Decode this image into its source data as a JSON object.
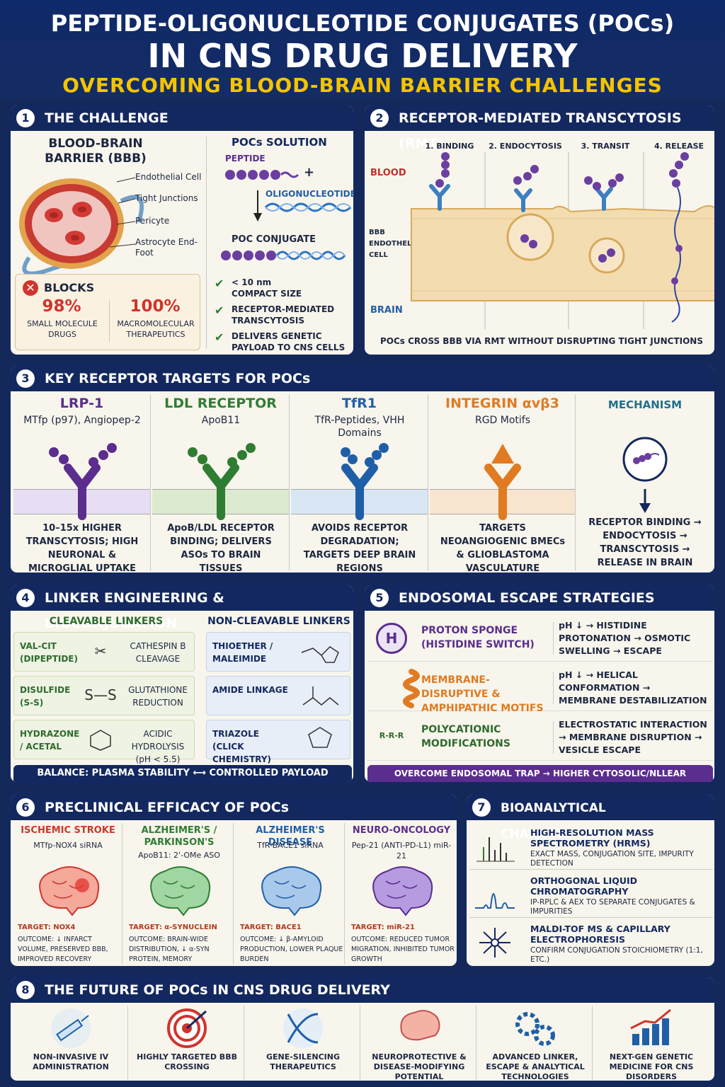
{
  "header": {
    "title1": "PEPTIDE-OLIGONUCLEOTIDE CONJUGATES (POCs)",
    "title2": "IN CNS DRUG DELIVERY",
    "subtitle": "OVERCOMING BLOOD-BRAIN BARRIER CHALLENGES"
  },
  "s1": {
    "num": "1",
    "title": "THE CHALLENGE",
    "bbb": "BLOOD-BRAIN BARRIER (BBB)",
    "labels": [
      "Endothelial Cell",
      "Tight Junctions",
      "Pericyte",
      "Astrocyte End-Foot"
    ],
    "blocks": "BLOCKS",
    "pct1": "98%",
    "lbl1": "SMALL MOLECULE DRUGS",
    "pct2": "100%",
    "lbl2": "MACROMOLECULAR THERAPEUTICS",
    "sol": "POCs SOLUTION",
    "peptide": "PEPTIDE",
    "plus": "+",
    "oligo": "OLIGONUCLEOTIDE",
    "conj": "POC CONJUGATE",
    "checks": [
      "< 10 nm COMPACT SIZE",
      "RECEPTOR-MEDIATED TRANSCYTOSIS",
      "DELIVERS GENETIC PAYLOAD TO CNS CELLS"
    ]
  },
  "s2": {
    "num": "2",
    "title": "RECEPTOR-MEDIATED TRANSCYTOSIS (RMT)",
    "steps": [
      "1. BINDING",
      "2. ENDOCYTOSIS",
      "3. TRANSIT",
      "4. RELEASE"
    ],
    "blood": "BLOOD",
    "cell": "BBB ENDOTHELIAL CELL",
    "brain": "BRAIN",
    "caption": "POCs CROSS BBB VIA RMT WITHOUT DISRUPTING TIGHT JUNCTIONS"
  },
  "s3": {
    "num": "3",
    "title": "KEY RECEPTOR TARGETS FOR POCs",
    "cols": [
      {
        "name": "LRP-1",
        "sub": "MTfp (p97), Angiopep-2",
        "desc": "10–15x HIGHER TRANSCYTOSIS; HIGH NEURONAL & MICROGLIAL UPTAKE"
      },
      {
        "name": "LDL RECEPTOR",
        "sub": "ApoB11",
        "desc": "ApoB/LDL RECEPTOR BINDING; DELIVERS ASOs TO BRAIN TISSUES"
      },
      {
        "name": "TfR1",
        "sub": "TfR-Peptides, VHH Domains",
        "desc": "AVOIDS RECEPTOR DEGRADATION; TARGETS DEEP BRAIN REGIONS"
      },
      {
        "name": "INTEGRIN αvβ3",
        "sub": "RGD Motifs",
        "desc": "TARGETS NEOANGIOGENIC BMECs & GLIOBLASTOMA VASCULATURE"
      },
      {
        "name": "MECHANISM",
        "sub": "",
        "desc": "RECEPTOR BINDING → ENDOCYTOSIS → TRANSCYTOSIS → RELEASE IN BRAIN"
      }
    ]
  },
  "s4": {
    "num": "4",
    "title": "LINKER ENGINEERING & BIOCONJUGATION",
    "cleav": "CLEAVABLE LINKERS",
    "noncleav": "NON-CLEAVABLE LINKERS",
    "left": [
      {
        "name": "VAL-CIT (DIPEPTIDE)",
        "desc": "CATHESPIN B CLEAVAGE",
        "sym": "✂"
      },
      {
        "name": "DISULFIDE (S-S)",
        "desc": "GLUTATHIONE REDUCTION",
        "sym": "S—S"
      },
      {
        "name": "HYDRAZONE / ACETAL",
        "desc": "ACIDIC HYDROLYSIS (pH < 5.5)",
        "sym": ""
      }
    ],
    "right": [
      {
        "name": "THIOETHER / MALEIMIDE"
      },
      {
        "name": "AMIDE LINKAGE"
      },
      {
        "name": "TRIAZOLE (CLICK CHEMISTRY)"
      }
    ],
    "balance": "BALANCE:  PLASMA STABILITY ⟷ CONTROLLED PAYLOAD RELEASE"
  },
  "s5": {
    "num": "5",
    "title": "ENDOSOMAL ESCAPE STRATEGIES",
    "rows": [
      {
        "name": "PROTON SPONGE (HISTIDINE SWITCH)",
        "desc": "pH ↓ → HISTIDINE PROTONATION → OSMOTIC SWELLING → ESCAPE",
        "icon": "H"
      },
      {
        "name": "MEMBRANE-DISRUPTIVE & AMPHIPATHIC MOTIFS",
        "desc": "pH ↓ → HELICAL CONFORMATION → MEMBRANE DESTABILIZATION",
        "icon": ""
      },
      {
        "name": "POLYCATIONIC MODIFICATIONS",
        "desc": "ELECTROSTATIC INTERACTION → MEMBRANE DISRUPTION → VESICLE ESCAPE",
        "icon": "R-R-R"
      }
    ],
    "footer": "OVERCOME ENDOSOMAL TRAP → HIGHER CYTOSOLIC/NLLEAR AVAILABILITY"
  },
  "s6": {
    "num": "6",
    "title": "PRECLINICAL EFFICACY OF POCs",
    "cols": [
      {
        "name": "ISCHEMIC STROKE",
        "agent": "MTfp-NOX4 siRNA",
        "target": "TARGET: NOX4",
        "outcome": "OUTCOME: ↓ INFARCT VOLUME, PRESERVED BBB, IMPROVED RECOVERY",
        "color": "#d0342c"
      },
      {
        "name": "ALZHEIMER'S / PARKINSON'S",
        "agent": "ApoB11: 2'-OMe ASO",
        "target": "TARGET: α-SYNUCLEIN",
        "outcome": "OUTCOME: BRAIN-WIDE DISTRIBUTION, ↓ α-SYN PROTEIN, MEMORY IMPROVEMENT",
        "color": "#2e7d32"
      },
      {
        "name": "ALZHEIMER'S DISEASE",
        "agent": "TfR-BACE1 siRNA",
        "target": "TARGET: BACE1",
        "outcome": "OUTCOME: ↓ β-AMYLOID PRODUCTION, LOWER PLAQUE BURDEN",
        "color": "#1f5fa8"
      },
      {
        "name": "NEURO-ONCOLOGY",
        "agent": "Pep-21 (ANTI-PD-L1) miR-21",
        "target": "TARGET: miR-21",
        "outcome": "OUTCOME: REDUCED TUMOR MIGRATION, INHIBITED TUMOR GROWTH",
        "color": "#5b2d8e"
      }
    ]
  },
  "s7": {
    "num": "7",
    "title": "BIOANALYTICAL CHARACTERIZATION",
    "rows": [
      {
        "name": "HIGH-RESOLUTION MASS SPECTROMETRY (HRMS)",
        "desc": "EXACT MASS, CONJUGATION SITE, IMPURITY DETECTION"
      },
      {
        "name": "ORTHOGONAL LIQUID CHROMATOGRAPHY",
        "desc": "IP-RPLC & AEX TO SEPARATE CONJUGATES & IMPURITIES"
      },
      {
        "name": "MALDI-TOF MS & CAPILLARY ELECTROPHORESIS",
        "desc": "CONFIRM CONJUGATION STOICHIOMETRY (1:1, ETC.)"
      }
    ]
  },
  "s8": {
    "num": "8",
    "title": "THE FUTURE OF POCs IN CNS DRUG DELIVERY",
    "items": [
      {
        "label": "NON-INVASIVE IV ADMINISTRATION",
        "icon": "syringe-icon"
      },
      {
        "label": "HIGHLY TARGETED BBB CROSSING",
        "icon": "target-icon"
      },
      {
        "label": "GENE-SILENCING THERAPEUTICS",
        "icon": "dna-icon"
      },
      {
        "label": "NEUROPROTECTIVE & DISEASE-MODIFYING POTENTIAL",
        "icon": "brain-icon"
      },
      {
        "label": "ADVANCED LINKER, ESCAPE & ANALYTICAL TECHNOLOGIES",
        "icon": "gears-icon"
      },
      {
        "label": "NEXT-GEN GENETIC MEDICINE FOR CNS DISORDERS",
        "icon": "growth-chart-icon"
      }
    ]
  }
}
